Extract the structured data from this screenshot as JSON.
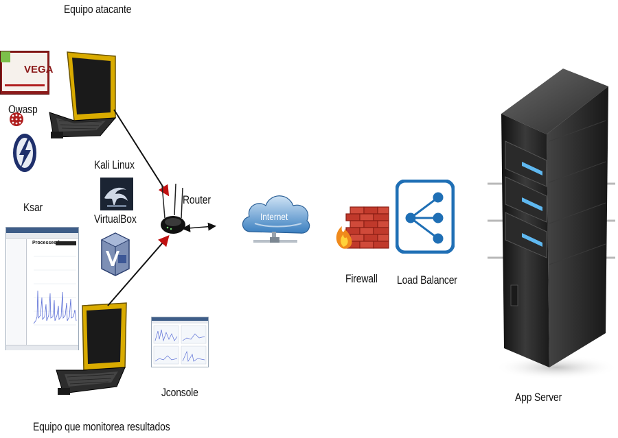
{
  "labels": {
    "attacker": "Equipo atacante",
    "owasp": "Owasp",
    "kali": "Kali Linux",
    "virtualbox": "VirtualBox",
    "ksar": "Ksar",
    "router": "Router",
    "internet": "Internet",
    "firewall": "Firewall",
    "load_balancer": "Load Balancer",
    "jconsole": "Jconsole",
    "app_server": "App Server",
    "monitor": "Equipo que monitorea resultados"
  },
  "vega_logo": {
    "text": "VEGA"
  },
  "ksar_window": {
    "title": "Processes for"
  },
  "colors": {
    "laptop_yellow": "#e0b400",
    "cloud_blue": "#3a7fc0",
    "lb_blue": "#1f6fb5",
    "firewall_red": "#c0392b",
    "server_dark": "#2a2a2a",
    "vega_red": "#8b1a1a"
  }
}
